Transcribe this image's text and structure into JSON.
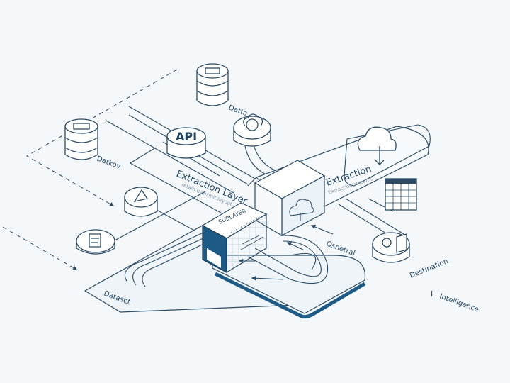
{
  "colors": {
    "background": "#f4f8fb",
    "stroke": "#2c4a64",
    "accent": "#1d5a86",
    "soft": "#b9c9d6"
  },
  "labels": {
    "data_top": "Datta",
    "datkov": "Datkov",
    "api": "API",
    "extraction_layer": "Extraction Layer",
    "extraction_layer_sub": "retain transmit layout",
    "extraction_right": "Extraction",
    "extraction_right_sub": "Extraction streams",
    "block_face": "SUBLAYER",
    "osnetral": "Osnetral",
    "destination": "Destination",
    "dataset": "Dataset",
    "intelligence": "Intelligence",
    "cursor_mark": "I"
  },
  "icons": [
    "database-icon",
    "gear-cloud-icon",
    "api-node-icon",
    "cloud-download-icon",
    "spreadsheet-icon",
    "cloud-icon",
    "document-icon",
    "settings-analytics-icon"
  ]
}
